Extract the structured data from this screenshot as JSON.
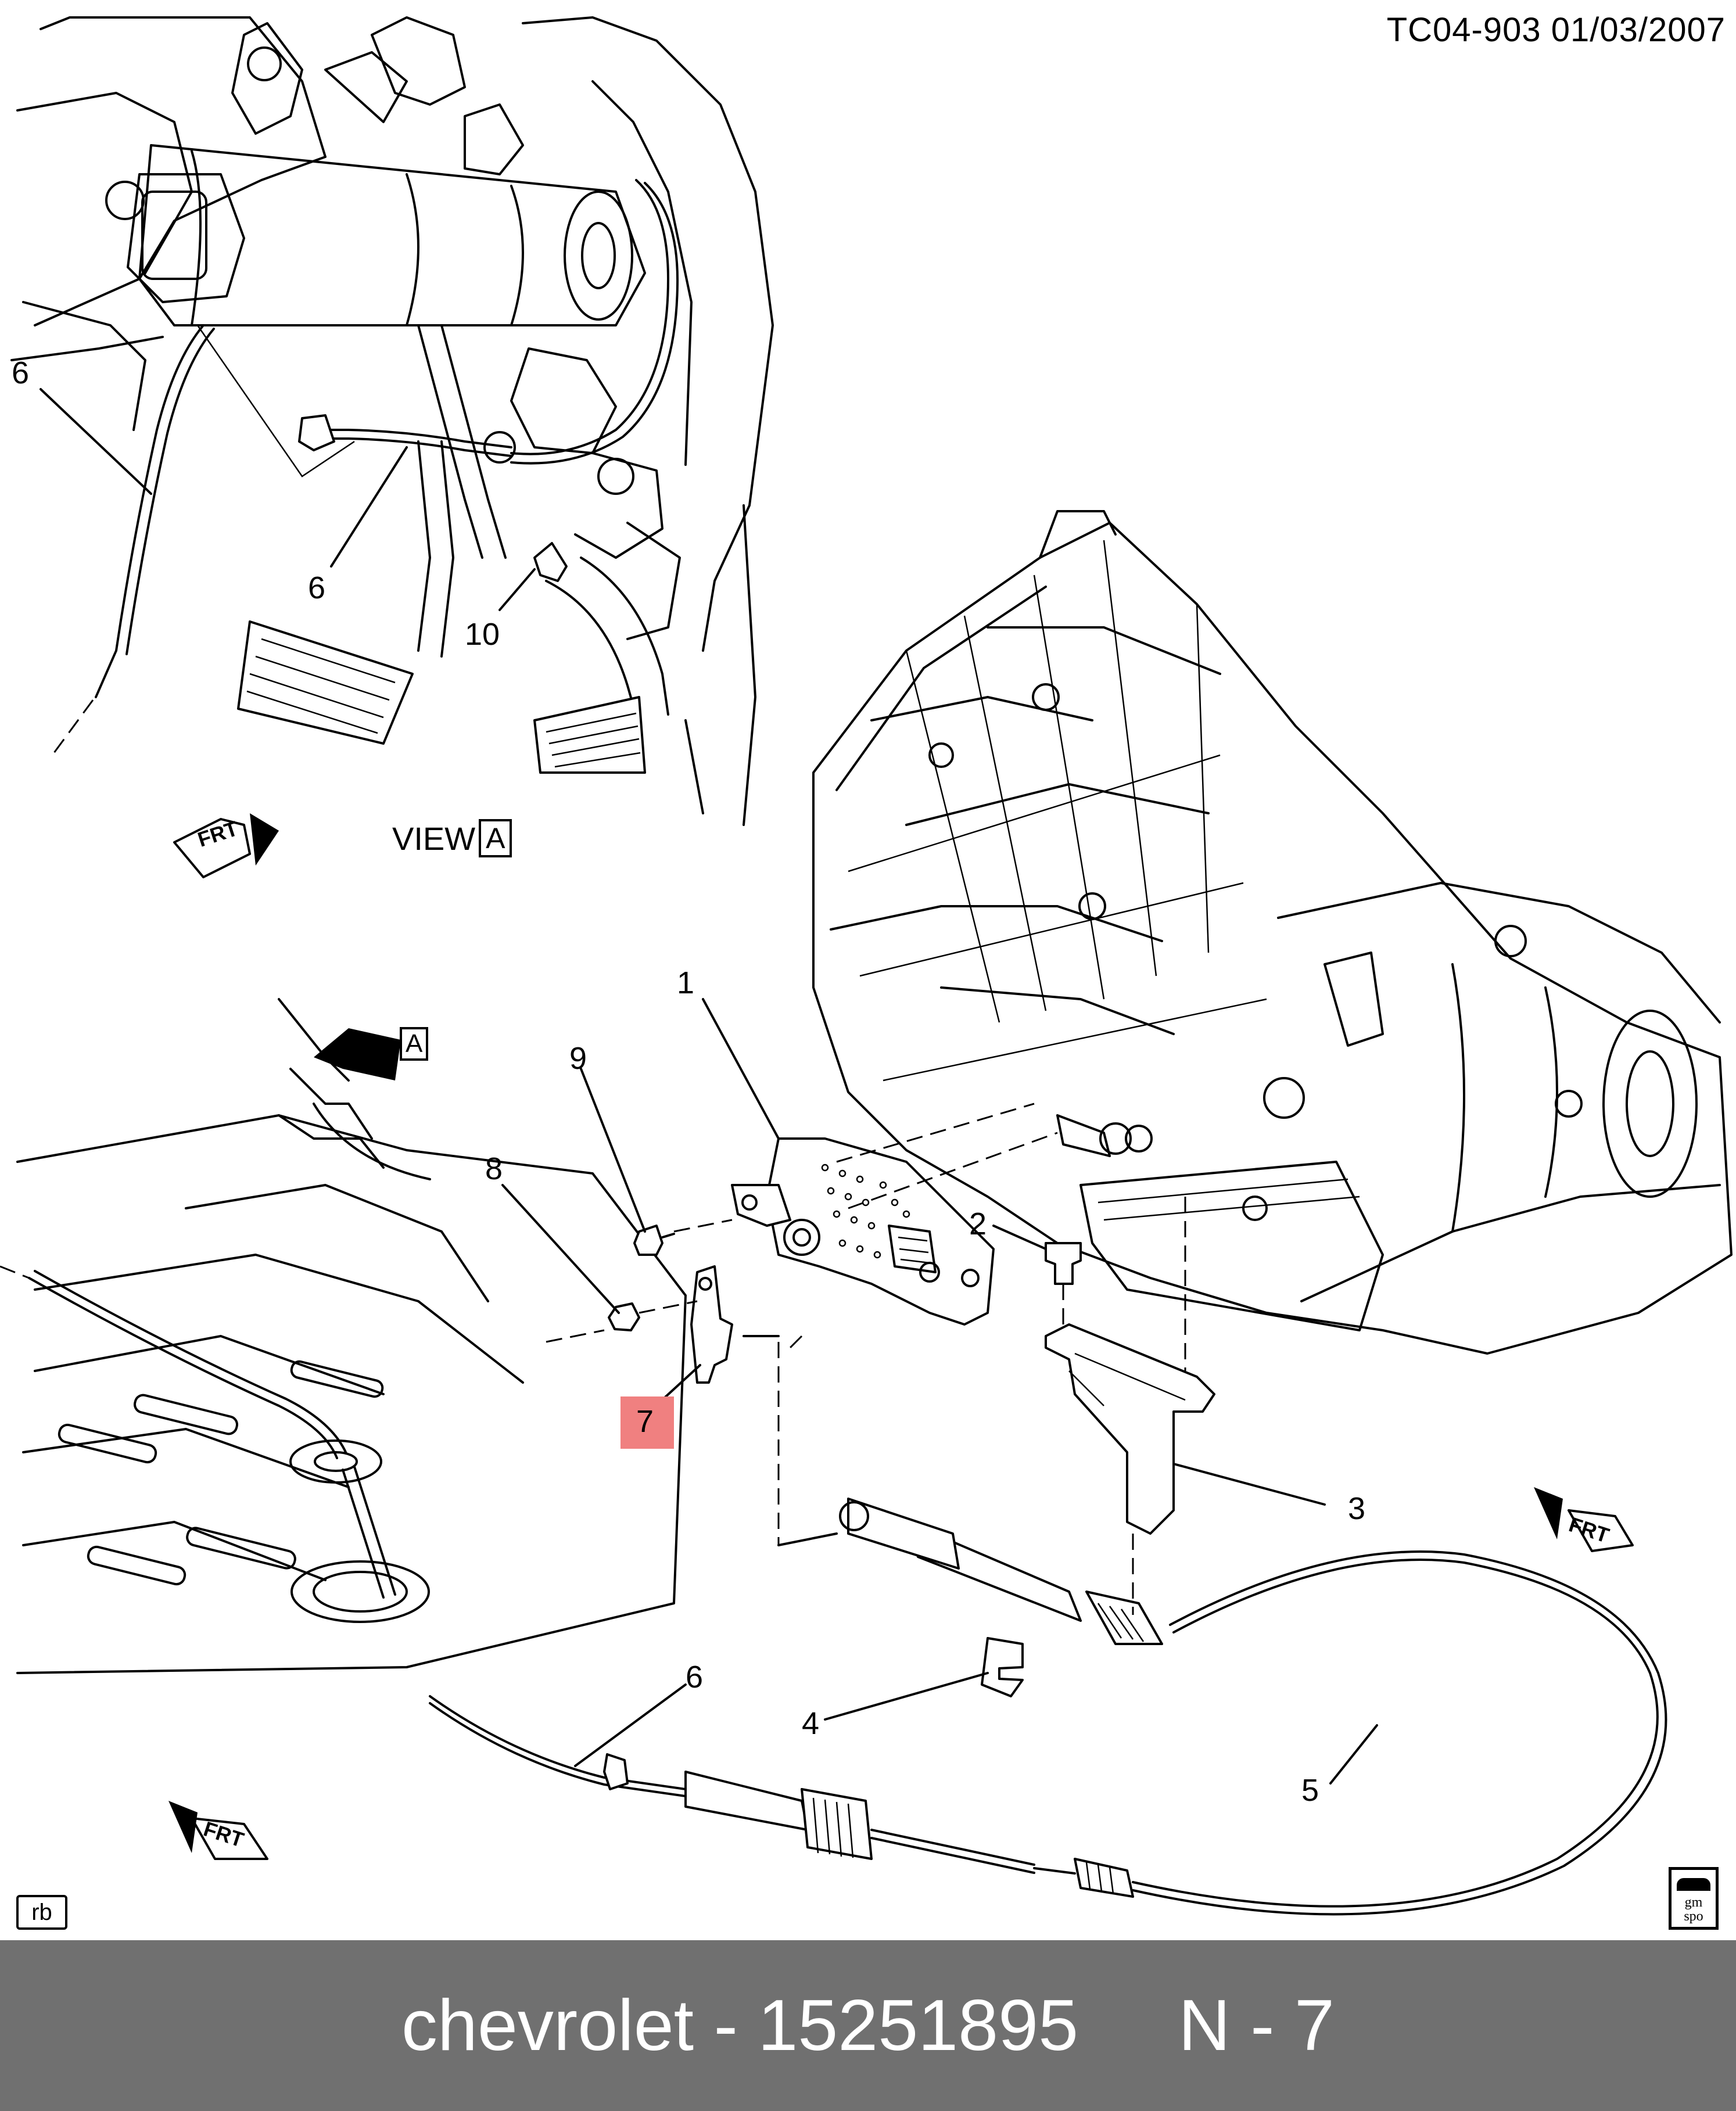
{
  "drawing_id": "TC04-903  01/03/2007",
  "view": {
    "label": "VIEW",
    "letter": "A"
  },
  "view_arrow_letter": "A",
  "front_marker": "FRT",
  "callouts": {
    "c1": "1",
    "c2": "2",
    "c3": "3",
    "c4": "4",
    "c5": "5",
    "c6_top": "6",
    "c6_mid": "6",
    "c6_bottom": "6",
    "c7": "7",
    "c8": "8",
    "c9": "9",
    "c10": "10"
  },
  "highlighted_callout": "7",
  "corner_tag": "rb",
  "gmspo_logo": {
    "line1": "gm",
    "line2": "spo"
  },
  "footer": "chevrolet - 15251895     N - 7"
}
